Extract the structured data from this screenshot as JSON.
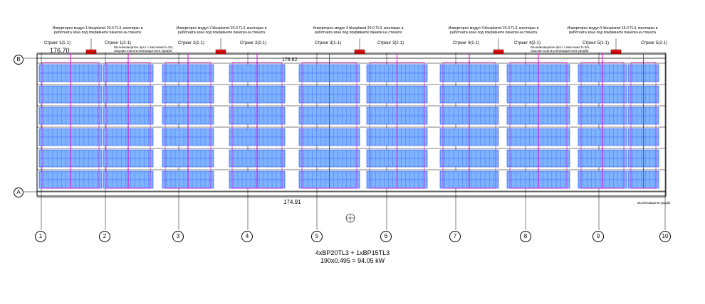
{
  "inverter_notes": [
    "Инверторен модул 1 blueplanet 20.0 TL3, монтиран в работната зона под покривните панели на стената",
    "Инверторен модул 2 blueplanet 20.0 TL3, монтиран в работната зона под покривните панели на стената",
    "Инверторен модул 3 blueplanet 20.0 TL3, монтиран в работната зона под покривните панели на стената",
    "Инверторен модул 4 blueplanet 20.0 TL3, монтиран в работната зона под покривните панели на стената",
    "Инверторен модул 5 blueplanet 15.0 TL3, монтиран в работната зона под покривните панели на стената"
  ],
  "strings": [
    "Стринг 1(1-1)",
    "Стринг 1(2-1)",
    "Стринг 2(1-1)",
    "Стринг 2(2-1)",
    "Стринг 3(1-1)",
    "Стринг 3(2-1)",
    "Стринг 4(1-1)",
    "Стринг 4(2-1)",
    "Стринг 5(1-1)",
    "Стринг 5(2-1)"
  ],
  "trench_note": "Мълниезащитен прът с височина h=3m, свързан към мълниезащитната уредба",
  "dimensions": {
    "top": "176.70",
    "bottom": "174.91",
    "inner": "176.62"
  },
  "row_axes": [
    "B",
    "A"
  ],
  "column_axes": [
    "1",
    "2",
    "3",
    "4",
    "5",
    "6",
    "7",
    "8",
    "9",
    "10"
  ],
  "summary": {
    "line1": "4xBP20TL3 + 1xBP15TL3",
    "line2": "190x0.495 = 94.05 kW"
  },
  "small_note": "мълниезащитна уредба",
  "colors": {
    "panel_fill": "#7fb2ff",
    "panel_line": "#1f4fff",
    "cable": "#e000e0",
    "inverter": "#e01010",
    "grid": "#000000"
  }
}
